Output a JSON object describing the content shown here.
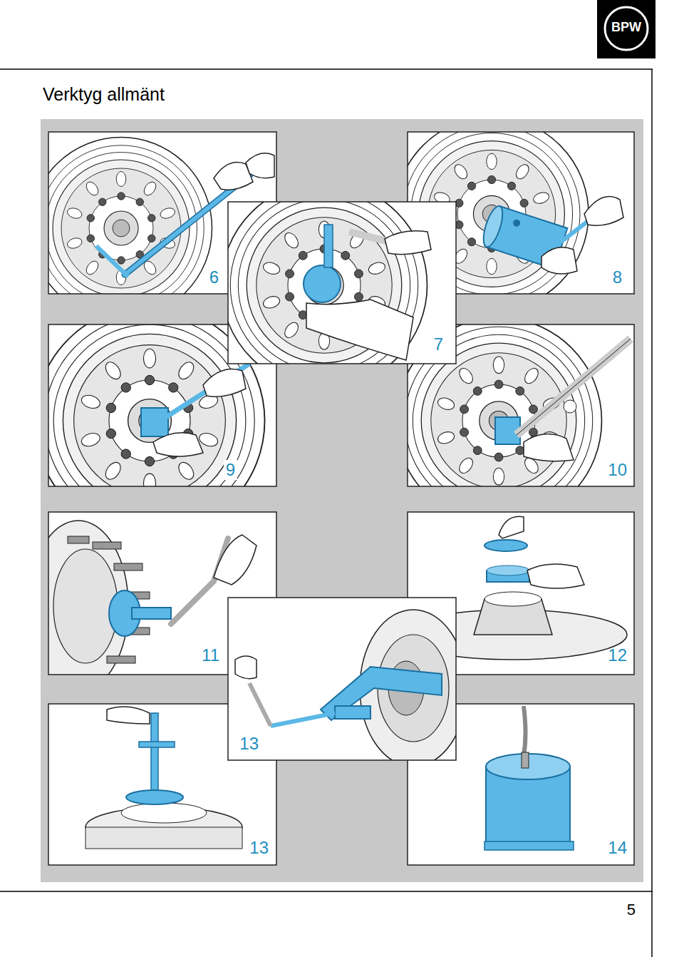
{
  "diagram": {
    "title": "Verktyg allmänt",
    "labels": [
      "BPW",
      "6",
      "7",
      "8",
      "9",
      "10",
      "11",
      "12",
      "13",
      "13",
      "14",
      "5"
    ]
  }
}
